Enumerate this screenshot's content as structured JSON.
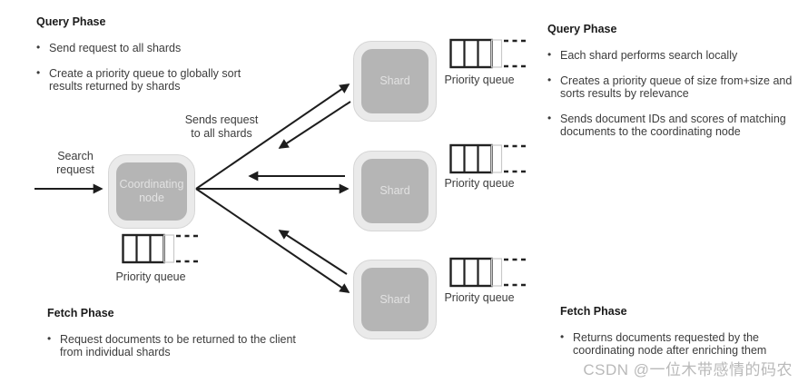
{
  "left": {
    "query": {
      "title": "Query Phase",
      "bullets": [
        "Send request to all shards",
        "Create a priority queue to globally sort results returned by shards"
      ]
    },
    "fetch": {
      "title": "Fetch Phase",
      "bullets": [
        "Request documents to be returned to the client from individual shards"
      ]
    }
  },
  "right": {
    "query": {
      "title": "Query Phase",
      "bullets": [
        "Each shard performs search locally",
        "Creates a priority queue of size from+size and sorts results by relevance",
        "Sends document IDs and scores of matching documents to the coordinating node"
      ]
    },
    "fetch": {
      "title": "Fetch Phase",
      "bullets": [
        "Returns documents requested by the coordinating node after enriching them"
      ]
    }
  },
  "diagram": {
    "search_request_label": "Search request",
    "sends_request_label": "Sends request to all shards",
    "coordinating_node_label": "Coordinating node",
    "shard_label": "Shard",
    "priority_queue_label": "Priority queue"
  },
  "watermark": "CSDN @一位木带感情的码农",
  "colors": {
    "node_fill": "#b5b5b5",
    "node_ring": "#eaeaea",
    "node_ring_border": "#d6d6d6",
    "node_text": "#e2e2e2",
    "line": "#1d1d1d",
    "body_text": "#3c3c3c",
    "heading_text": "#1a1a1a",
    "watermark_text": "#b9b9b9"
  }
}
